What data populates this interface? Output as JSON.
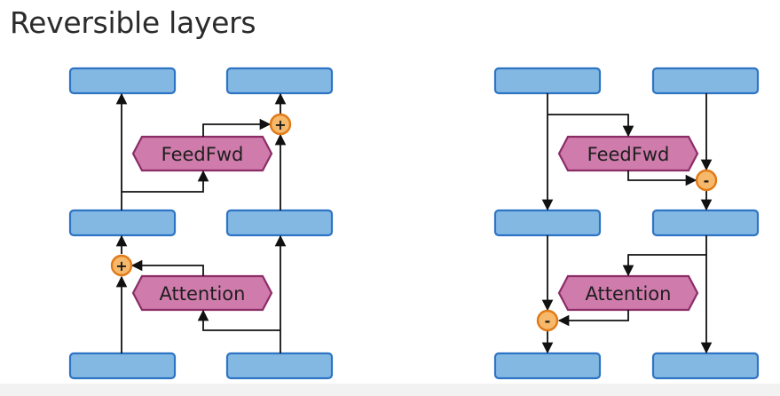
{
  "title": "Reversible layers",
  "forward": {
    "feedfwd_label": "FeedFwd",
    "attention_label": "Attention",
    "top_op": "+",
    "bottom_op": "+"
  },
  "reverse": {
    "feedfwd_label": "FeedFwd",
    "attention_label": "Attention",
    "top_op": "-",
    "bottom_op": "-"
  },
  "colors": {
    "box_fill": "#83b8e3",
    "box_stroke": "#2e74c4",
    "hex_fill": "#cf7bab",
    "hex_stroke": "#8c2c66",
    "op_fill": "#f6b86a",
    "op_stroke": "#e07a16"
  }
}
